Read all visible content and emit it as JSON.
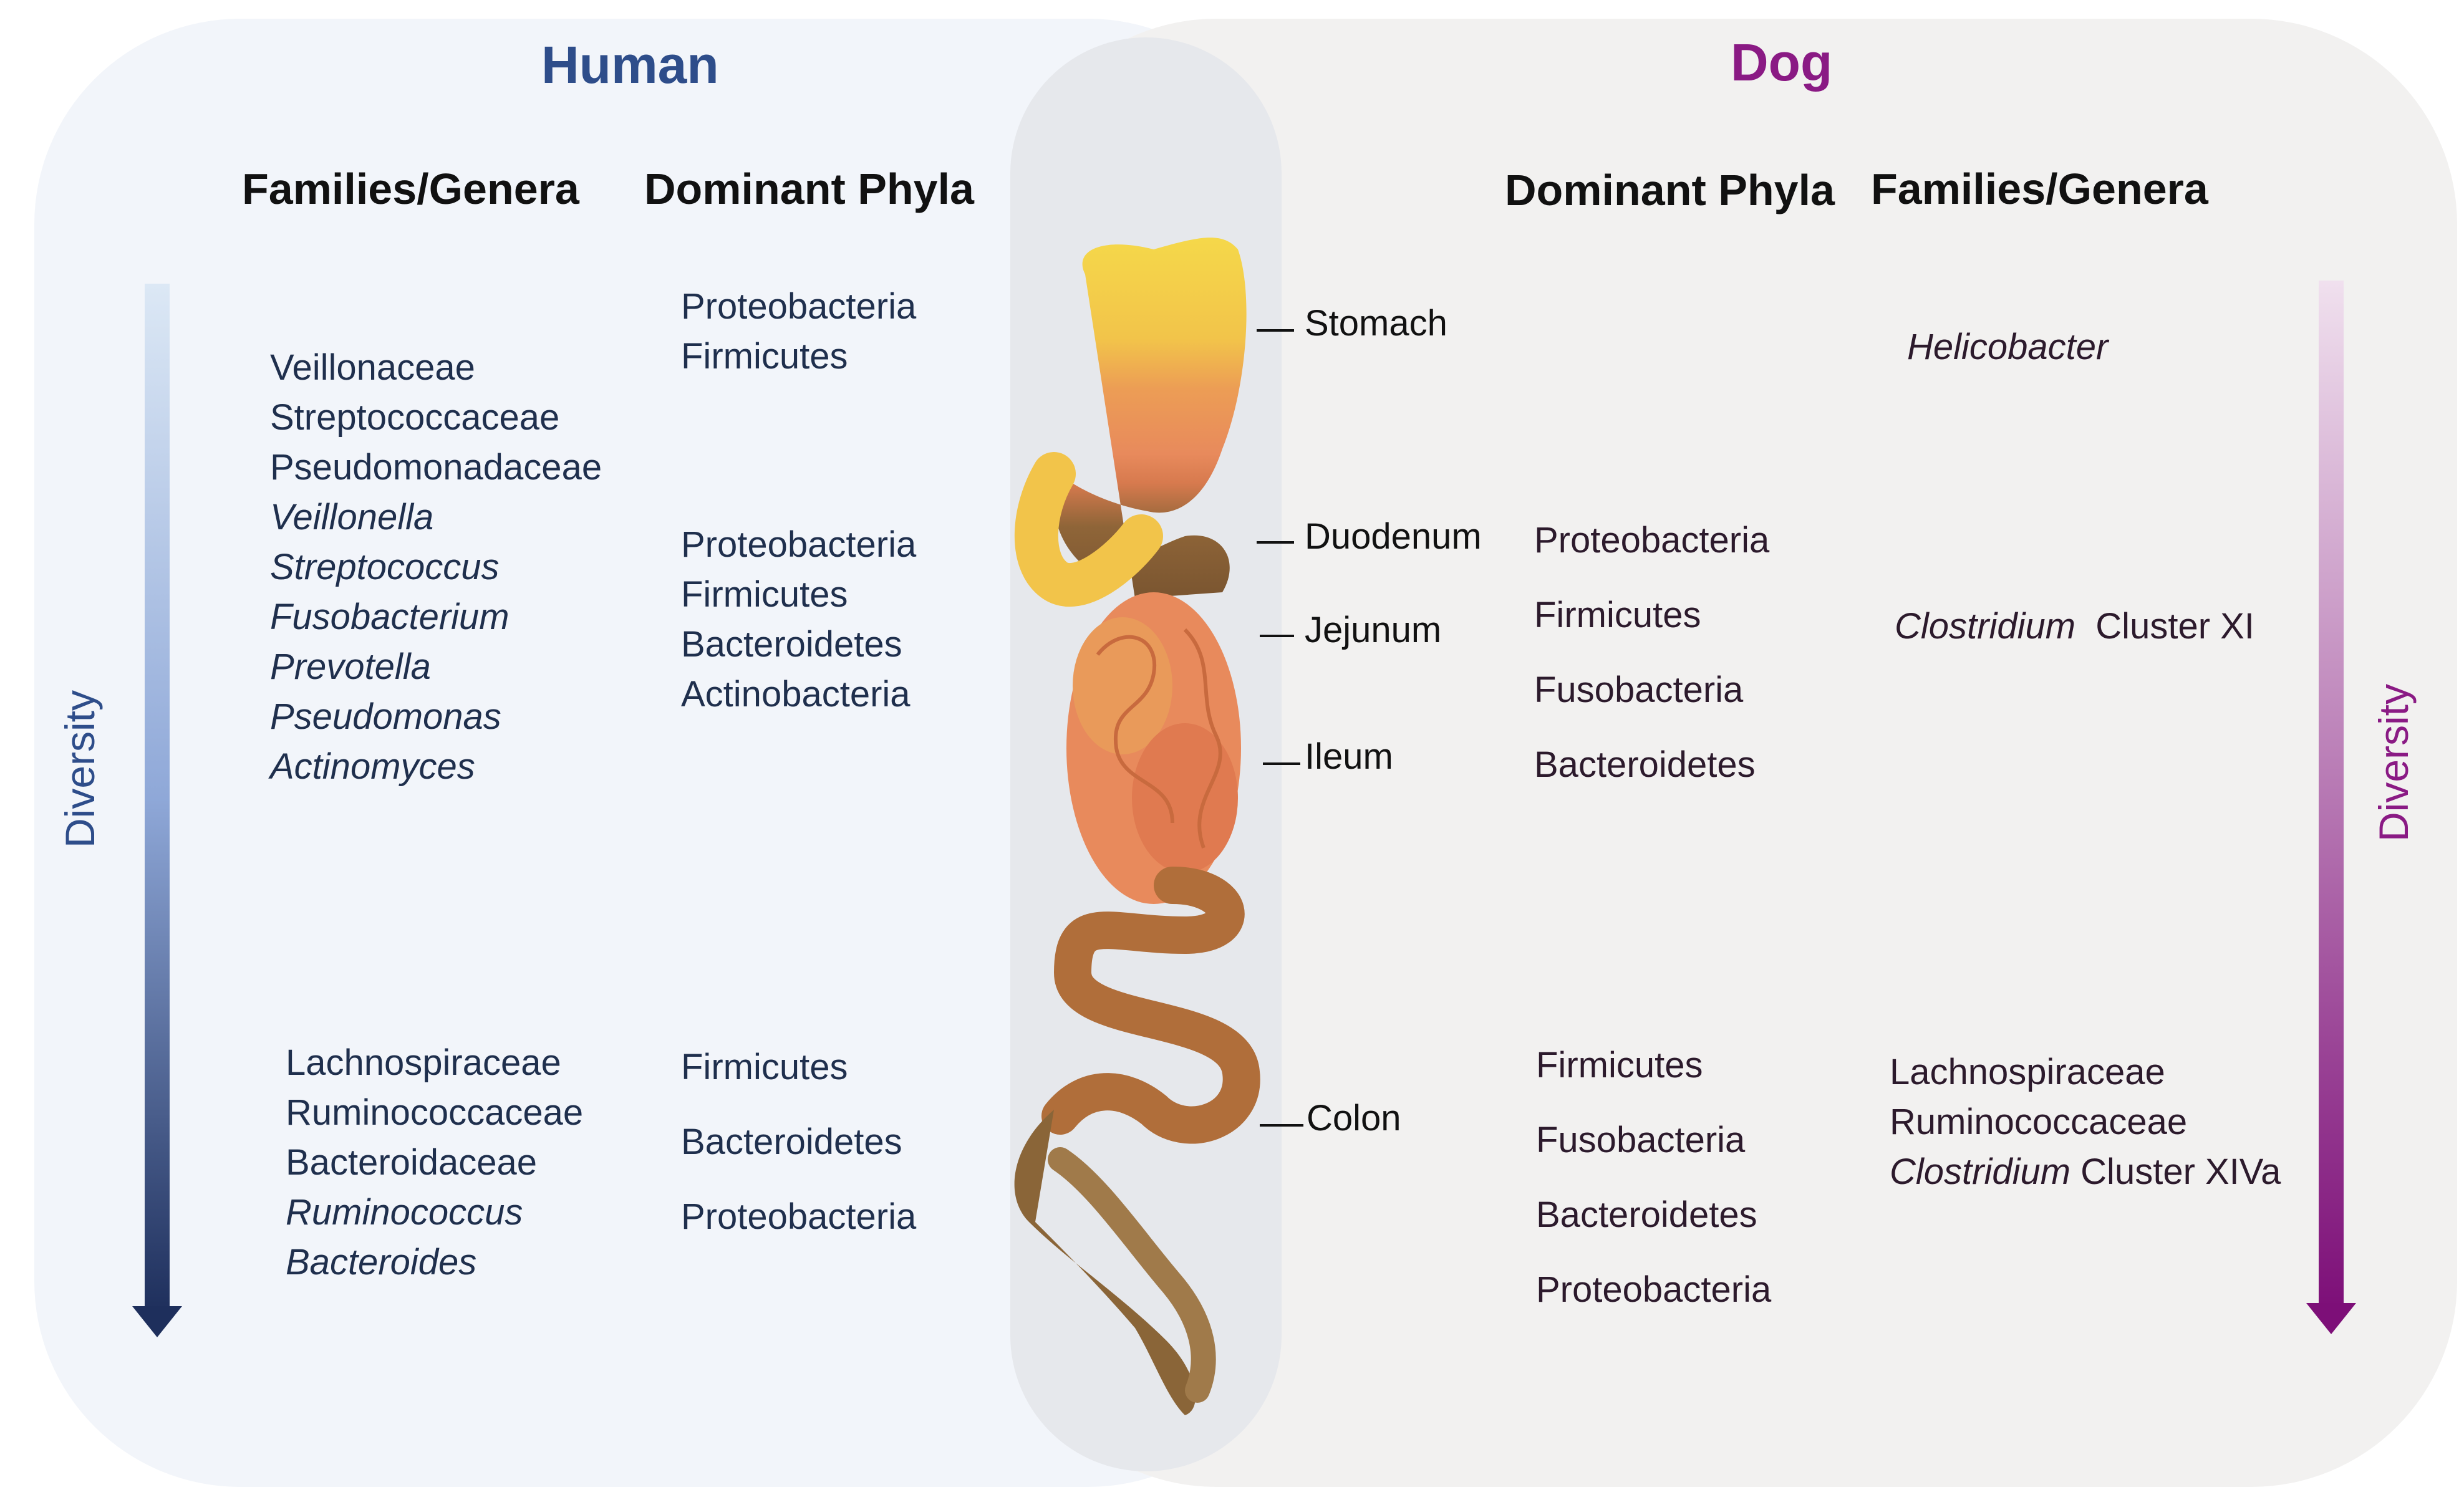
{
  "human": {
    "title": "Human",
    "families_heading": "Families/Genera",
    "phyla_heading": "Dominant Phyla",
    "diversity_label": "Diversity",
    "upper_families": [
      {
        "text": "Veillonaceae",
        "italic": false
      },
      {
        "text": "Streptococcaceae",
        "italic": false
      },
      {
        "text": "Pseudomonadaceae",
        "italic": false
      },
      {
        "text": "Veillonella",
        "italic": true
      },
      {
        "text": "Streptococcus",
        "italic": true
      },
      {
        "text": "Fusobacterium",
        "italic": true
      },
      {
        "text": "Prevotella",
        "italic": true
      },
      {
        "text": "Pseudomonas",
        "italic": true
      },
      {
        "text": "Actinomyces",
        "italic": true
      }
    ],
    "lower_families": [
      {
        "text": "Lachnospiraceae",
        "italic": false
      },
      {
        "text": "Ruminococcaceae",
        "italic": false
      },
      {
        "text": "Bacteroidaceae",
        "italic": false
      },
      {
        "text": "Ruminococcus",
        "italic": true
      },
      {
        "text": "Bacteroides",
        "italic": true
      }
    ],
    "stomach_phyla": [
      "Proteobacteria",
      "Firmicutes"
    ],
    "small_intestine_phyla": [
      "Proteobacteria",
      "Firmicutes",
      "Bacteroidetes",
      "Actinobacteria"
    ],
    "colon_phyla": [
      "Firmicutes",
      "Bacteroidetes",
      "Proteobacteria"
    ]
  },
  "dog": {
    "title": "Dog",
    "phyla_heading": "Dominant Phyla",
    "families_heading": "Families/Genera",
    "diversity_label": "Diversity",
    "stomach_genus": "Helicobacter",
    "small_intestine_phyla": [
      "Proteobacteria",
      "Firmicutes",
      "Fusobacteria",
      "Bacteroidetes"
    ],
    "small_intestine_genus": {
      "italic": "Clostridium",
      "plain": "Cluster  XI"
    },
    "colon_phyla": [
      "Firmicutes",
      "Fusobacteria",
      "Bacteroidetes",
      "Proteobacteria"
    ],
    "colon_families": [
      {
        "italic": "",
        "plain": "Lachnospiraceae"
      },
      {
        "italic": "",
        "plain": "Ruminococcaceae"
      },
      {
        "italic": "Clostridium",
        "plain": "Cluster  XIVa"
      }
    ]
  },
  "gut": {
    "sections": [
      "Stomach",
      "Duodenum",
      "Jejunum",
      "Ileum",
      "Colon"
    ]
  },
  "colors": {
    "human_title": "#2e4d8a",
    "dog_title": "#8a1a84",
    "human_bg": "#f2f5fa",
    "dog_bg": "#f2f1f0",
    "overlap_bg": "#e6e8ec",
    "human_arrow_top": "#dce8f5",
    "human_arrow_mid": "#8fa8d8",
    "human_arrow_bottom": "#1e2f5c",
    "dog_arrow_top": "#f0e0ee",
    "dog_arrow_bottom": "#7d0f78"
  }
}
